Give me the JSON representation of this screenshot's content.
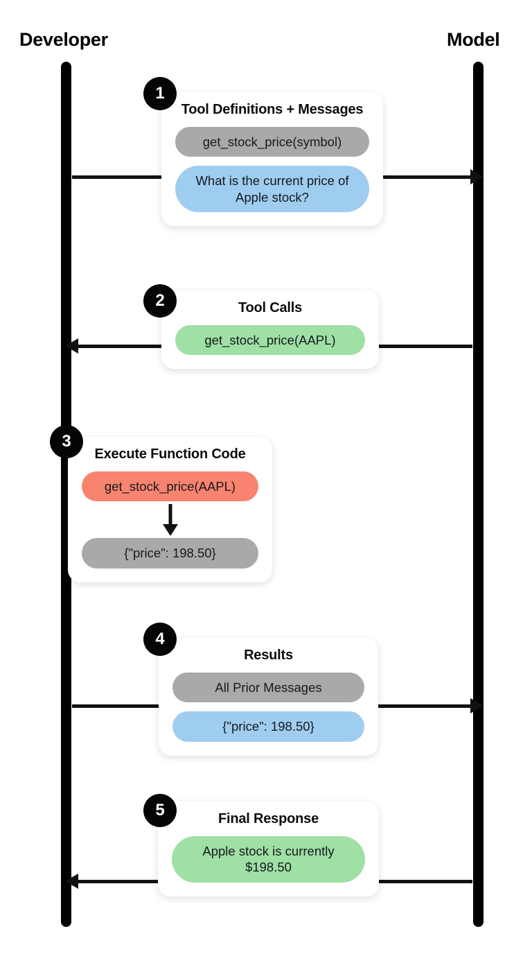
{
  "actors": {
    "left": "Developer",
    "right": "Model"
  },
  "colors": {
    "gray_pill": "#a9a9a9",
    "blue_pill": "#9fcdf0",
    "green_pill": "#9fe0a4",
    "coral_pill": "#f8836f",
    "lifeline": "#000000",
    "badge": "#050505",
    "card_background": "#ffffff",
    "page_background": "#ffffff"
  },
  "steps": [
    {
      "number": "1",
      "title": "Tool Definitions + Messages",
      "direction": "developer-to-model",
      "pills": [
        {
          "text": "get_stock_price(symbol)",
          "color": "gray"
        },
        {
          "text": "What is the current price of Apple stock?",
          "color": "blue"
        }
      ]
    },
    {
      "number": "2",
      "title": "Tool Calls",
      "direction": "model-to-developer",
      "pills": [
        {
          "text": "get_stock_price(AAPL)",
          "color": "green"
        }
      ]
    },
    {
      "number": "3",
      "title": "Execute Function Code",
      "direction": "self",
      "pills": [
        {
          "text": "get_stock_price(AAPL)",
          "color": "coral"
        },
        {
          "text": "{\"price\": 198.50}",
          "color": "gray"
        }
      ]
    },
    {
      "number": "4",
      "title": "Results",
      "direction": "developer-to-model",
      "pills": [
        {
          "text": "All Prior Messages",
          "color": "gray"
        },
        {
          "text": "{\"price\": 198.50}",
          "color": "blue"
        }
      ]
    },
    {
      "number": "5",
      "title": "Final Response",
      "direction": "model-to-developer",
      "pills": [
        {
          "text": "Apple stock is currently $198.50",
          "color": "green"
        }
      ]
    }
  ]
}
